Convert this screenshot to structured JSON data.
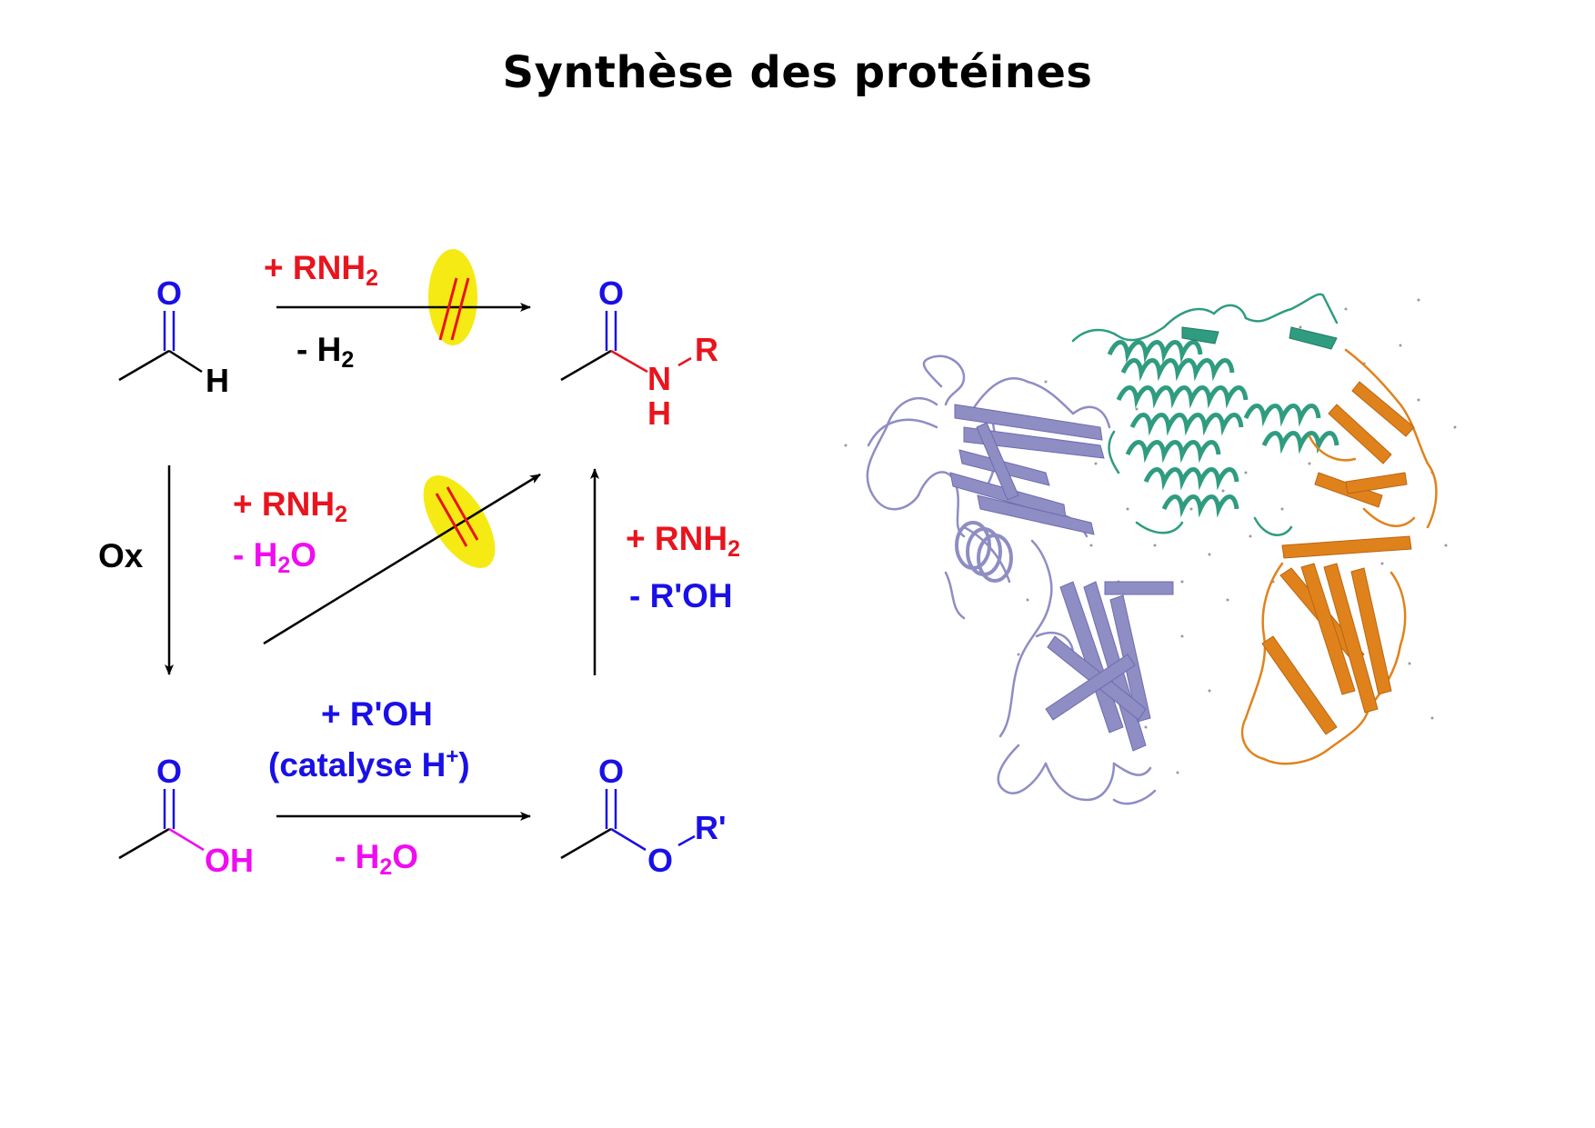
{
  "title": "Synthèse des protéines",
  "reagents": {
    "top_plus_amine": {
      "prefix": "+ RNH",
      "sub": "2"
    },
    "top_minus_h2": {
      "prefix": "- H",
      "sub": "2"
    },
    "diag_plus_amine": {
      "prefix": "+ RNH",
      "sub": "2"
    },
    "diag_minus_water": {
      "prefix": "- H",
      "sub": "2",
      "suffix": "O"
    },
    "ox": "Ox",
    "right_plus_amine": {
      "prefix": "+ RNH",
      "sub": "2"
    },
    "right_minus_alcohol": "- R'OH",
    "bottom_plus_alcohol": "+ R'OH",
    "bottom_catalysis": {
      "prefix": "(catalyse H",
      "sup": "+",
      "suffix": ")"
    },
    "bottom_minus_water": {
      "prefix": "- H",
      "sub": "2",
      "suffix": "O"
    }
  },
  "molecules": {
    "aldehyde": {
      "O": "O",
      "H": "H"
    },
    "amide": {
      "O": "O",
      "N": "N",
      "H": "H",
      "R": "R"
    },
    "acid": {
      "O": "O",
      "OH": "OH"
    },
    "ester": {
      "O": "O",
      "O2": "O",
      "R": "R'"
    }
  },
  "colors": {
    "amine_red": "#e8141e",
    "oxygen_blue": "#1a10e6",
    "hydroxyl_magenta": "#f00cf0",
    "blocked_yellow": "#f5ea14",
    "chain_purple": "#8e8dc4",
    "chain_green": "#2f9c80",
    "chain_orange": "#e0821c"
  }
}
